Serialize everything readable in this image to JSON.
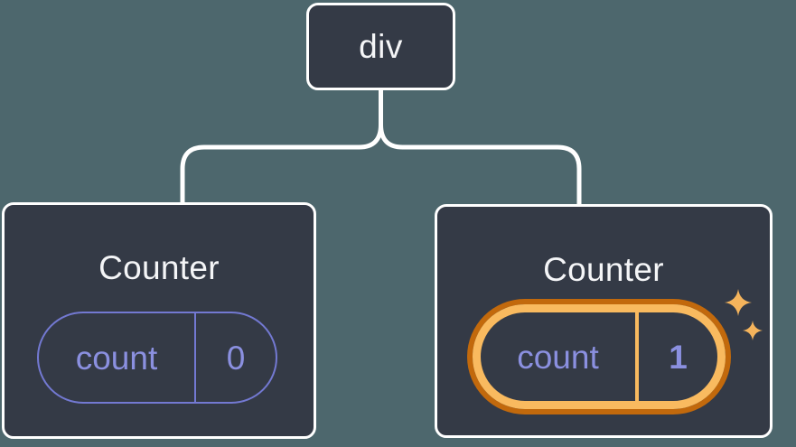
{
  "figure": {
    "type": "component-tree-diagram",
    "root_node": {
      "label": "div"
    },
    "counters": [
      {
        "title": "Counter",
        "state_key": "count",
        "state_value": "0",
        "highlighted": false
      },
      {
        "title": "Counter",
        "state_key": "count",
        "state_value": "1",
        "highlighted": true
      }
    ]
  },
  "colors": {
    "background": "#4d676d",
    "node_fill": "#343a46",
    "node_border": "#ffffff",
    "node_title": "#f4f5f7",
    "state_text": "#8b90e0",
    "state_border": "#7379d2",
    "highlight_outer": "#c2690c",
    "highlight_inner": "#f9ba5f",
    "sparkle": "#f5b45c"
  }
}
